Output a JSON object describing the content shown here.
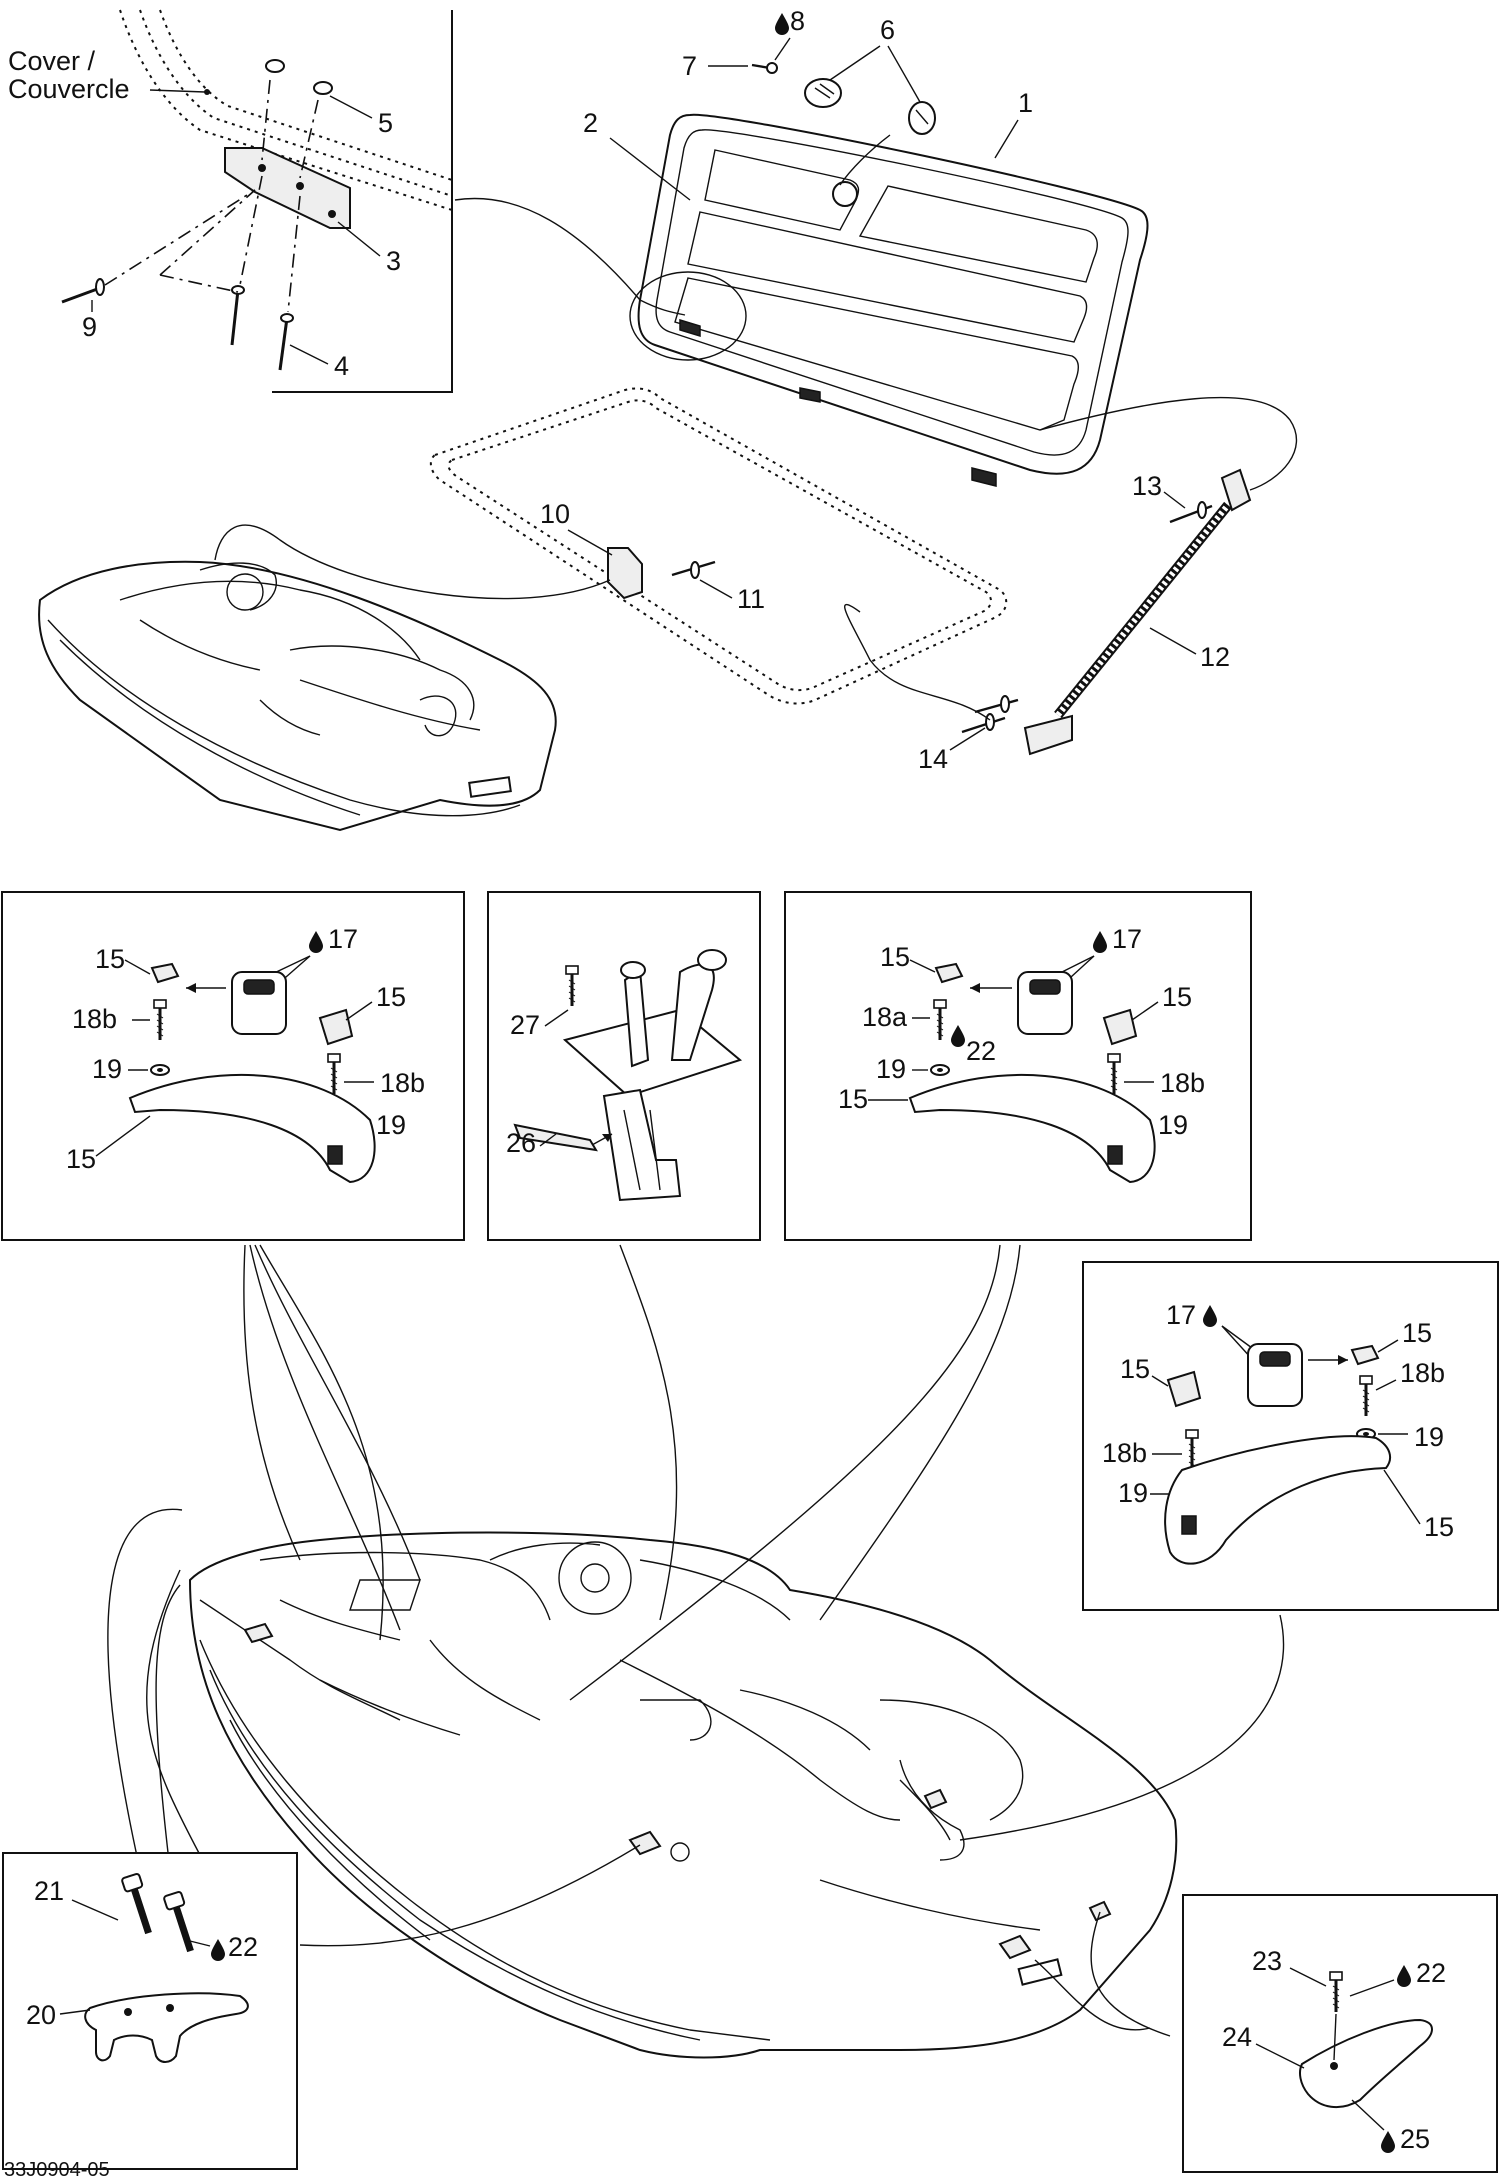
{
  "cover_label": [
    "Cover /",
    "Couvercle"
  ],
  "callouts": {
    "c1": "1",
    "c2": "2",
    "c3": "3",
    "c4": "4",
    "c5": "5",
    "c6": "6",
    "c7": "7",
    "c8": "8",
    "c9": "9",
    "c10": "10",
    "c11": "11",
    "c12": "12",
    "c13": "13",
    "c14": "14",
    "p1_15a": "15",
    "p1_17": "17",
    "p1_15b": "15",
    "p1_18b_a": "18b",
    "p1_19_a": "19",
    "p1_18b_b": "18b",
    "p1_19_b": "19",
    "p1_15c": "15",
    "p2_27": "27",
    "p2_26": "26",
    "p3_15a": "15",
    "p3_17": "17",
    "p3_15b": "15",
    "p3_18a": "18a",
    "p3_22": "22",
    "p3_19_a": "19",
    "p3_15c": "15",
    "p3_18b": "18b",
    "p3_19_b": "19",
    "p4_17": "17",
    "p4_15a": "15",
    "p4_15b": "15",
    "p4_18b_a": "18b",
    "p4_19_a": "19",
    "p4_18b_b": "18b",
    "p4_19_b": "19",
    "p4_15c": "15",
    "p5_21": "21",
    "p5_22": "22",
    "p5_20": "20",
    "p6_23": "23",
    "p6_22": "22",
    "p6_24": "24",
    "p6_25": "25"
  },
  "reference_code": "33J0904-05",
  "icons": [
    "drop-icon"
  ]
}
